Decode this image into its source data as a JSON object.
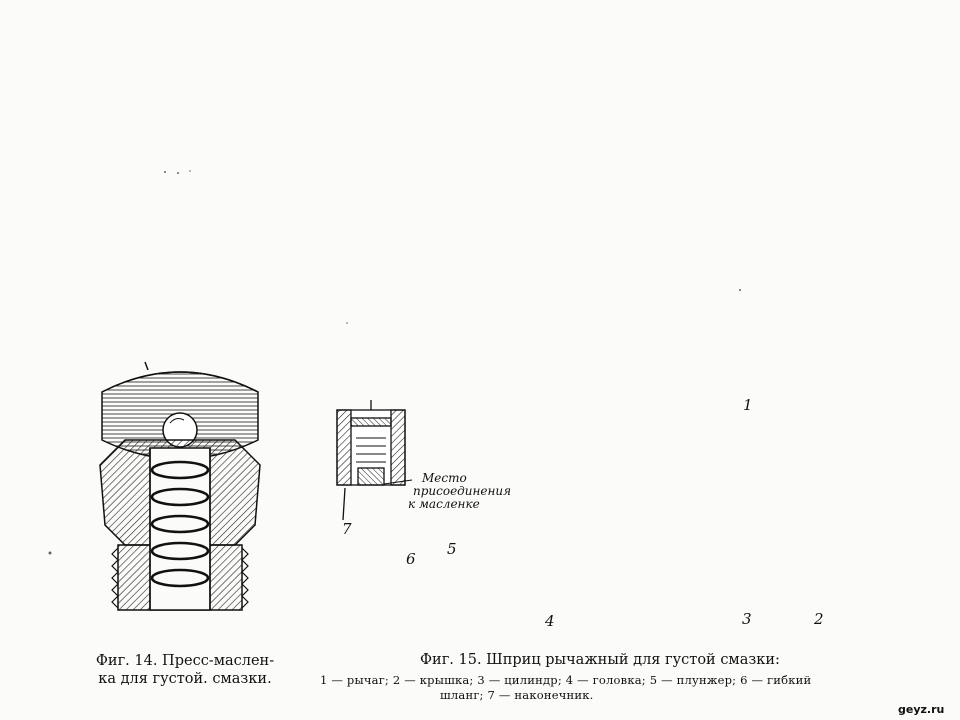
{
  "fig14": {
    "caption_line1": "Фиг. 14.  Пресс-маслен-",
    "caption_line2": "ка  для  густой. смазки."
  },
  "fig15": {
    "caption": "Фиг. 15. Шприц рычажный для густой смазки:",
    "legend_line1": "1 — рычаг;   2 — крышка;   3 — цилиндр;   4 — головка;   5 — плунжер;   6 — гибкий",
    "legend_line2": "шланг; 7 — наконечник.",
    "inset_note_line1": "Место",
    "inset_note_line2": "присоединения",
    "inset_note_line3": "к масленке",
    "labels": [
      "1",
      "2",
      "3",
      "4",
      "5",
      "6",
      "7"
    ]
  },
  "watermark": "geyz.ru"
}
